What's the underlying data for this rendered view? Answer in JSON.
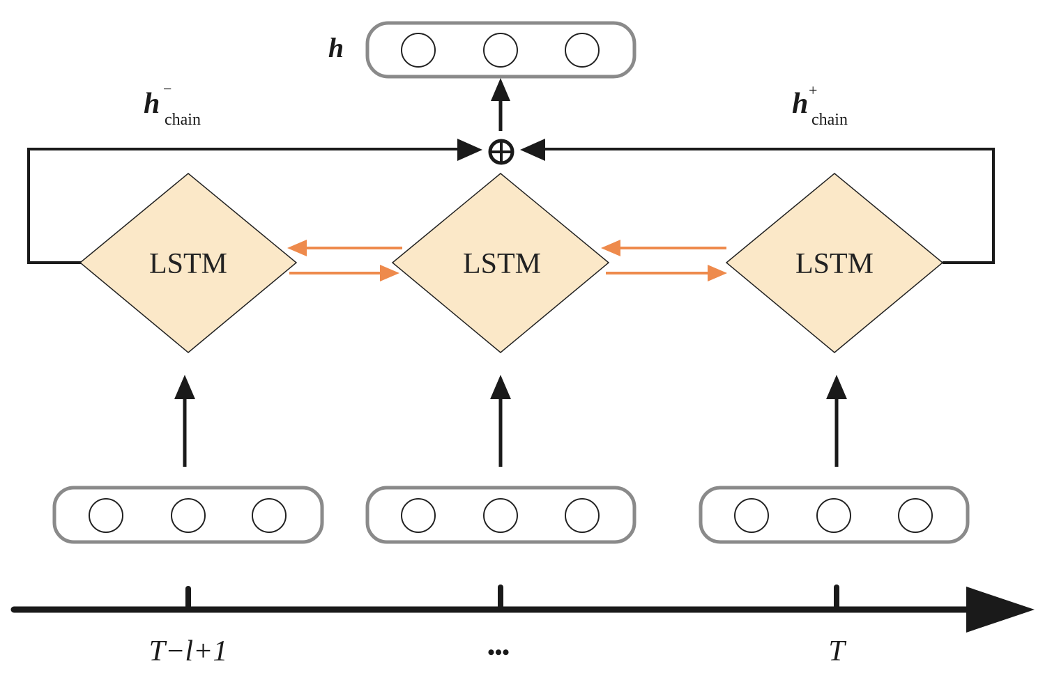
{
  "output_label": "h",
  "backward_chain": {
    "symbol": "h",
    "superscript": "−",
    "subscript": "chain"
  },
  "forward_chain": {
    "symbol": "h",
    "superscript": "+",
    "subscript": "chain"
  },
  "combine_symbol": "⊕",
  "cells": [
    {
      "label": "LSTM"
    },
    {
      "label": "LSTM"
    },
    {
      "label": "LSTM"
    }
  ],
  "time_axis": {
    "ticks": [
      "T−l+1",
      "•••",
      "T"
    ]
  },
  "colors": {
    "cell_fill": "#fbe8c8",
    "recurrent_arrow": "#ee8a4c",
    "vector_box_outline": "#8a8a8a",
    "line": "#1a1a1a"
  }
}
